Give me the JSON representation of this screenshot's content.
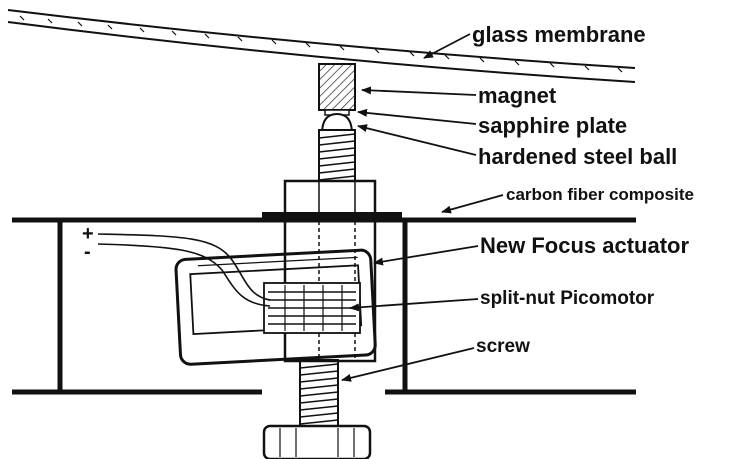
{
  "labels": {
    "glass_membrane": "glass membrane",
    "magnet": "magnet",
    "sapphire_plate": "sapphire plate",
    "hardened_steel_ball": "hardened steel ball",
    "carbon_fiber_composite": "carbon fiber composite",
    "new_focus_actuator": "New Focus actuator",
    "split_nut_picomotor": "split-nut Picomotor",
    "screw": "screw"
  },
  "polarity": {
    "plus": "+",
    "minus": "-"
  },
  "colors": {
    "ink": "#111111",
    "background": "#ffffff"
  }
}
